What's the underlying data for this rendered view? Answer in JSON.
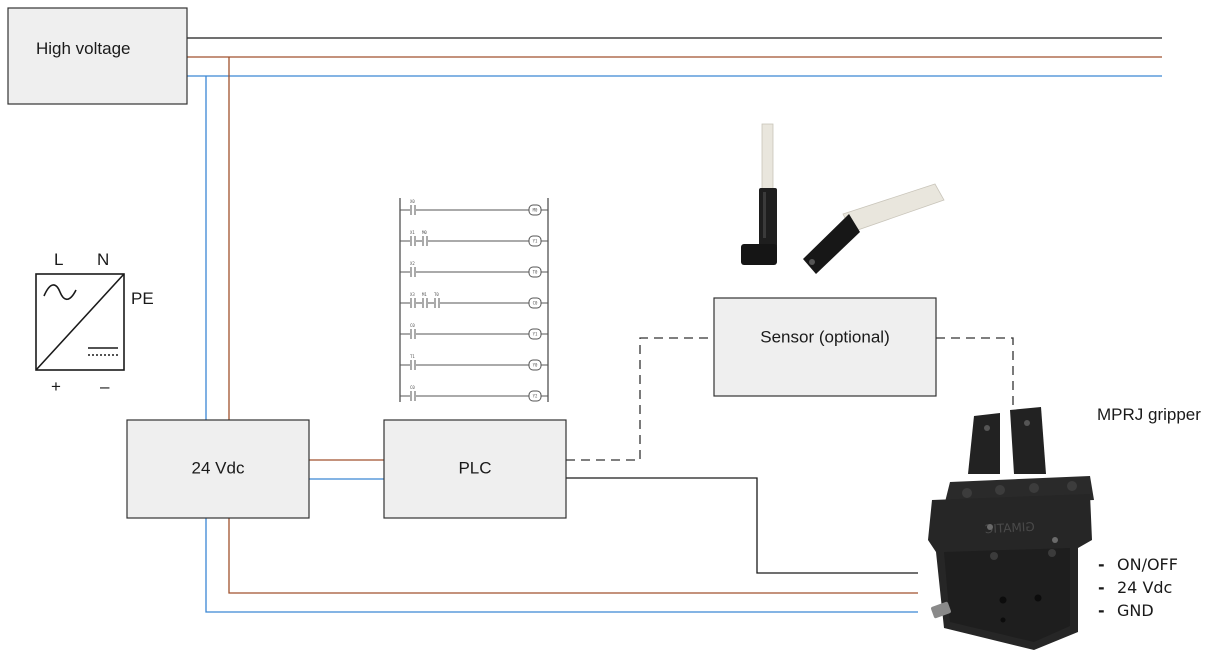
{
  "boxes": {
    "high_voltage": "High voltage",
    "power_24vdc": "24 Vdc",
    "plc": "PLC",
    "sensor": "Sensor (optional)"
  },
  "psu_symbol": {
    "l": "L",
    "n": "N",
    "pe": "PE",
    "plus": "+",
    "minus": "–"
  },
  "gripper": {
    "title": "MPRJ gripper",
    "brand": "GIMATIC",
    "terminals": [
      {
        "dash": "-",
        "label": "ON/OFF"
      },
      {
        "dash": "-",
        "label": "24 Vdc"
      },
      {
        "dash": "-",
        "label": "GND"
      }
    ]
  },
  "ladder": {
    "contacts": [
      [
        "X0"
      ],
      [
        "X1",
        "M0"
      ],
      [
        "X2"
      ],
      [
        "X3",
        "M1",
        "T0"
      ],
      [
        "C0"
      ],
      [
        "T1"
      ],
      [
        "C0"
      ]
    ],
    "coils": [
      "M0",
      "Y1",
      "T0",
      "C0",
      "Y1",
      "Y0",
      "Y2"
    ]
  },
  "colors": {
    "wire_black": "#1a1a1a",
    "wire_brown": "#a0522d",
    "wire_blue": "#3a86d4",
    "box_fill": "#efefef",
    "dashed": "#333333"
  }
}
